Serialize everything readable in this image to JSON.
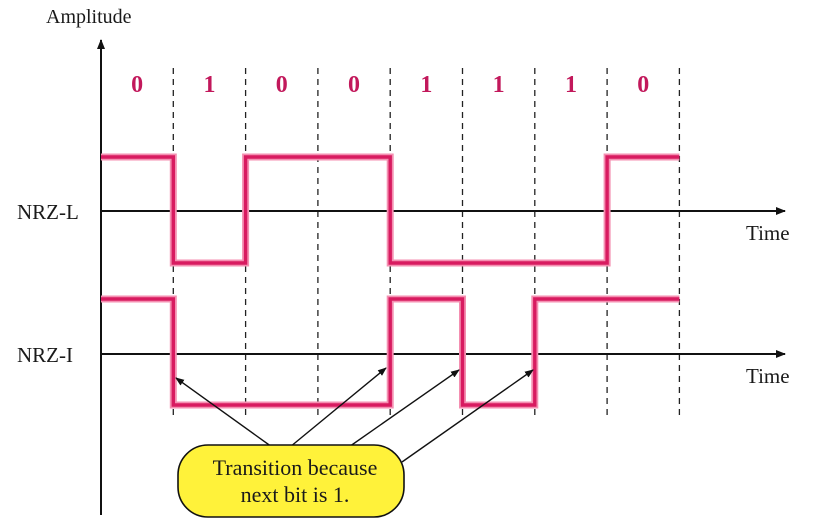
{
  "axes": {
    "y_label": "Amplitude",
    "x_label_1": "Time",
    "x_label_2": "Time"
  },
  "bits": [
    "0",
    "1",
    "0",
    "0",
    "1",
    "1",
    "1",
    "0"
  ],
  "signals": [
    {
      "name": "NRZ-L",
      "levels": [
        1,
        0,
        1,
        1,
        0,
        0,
        0,
        1
      ]
    },
    {
      "name": "NRZ-I",
      "levels": [
        1,
        0,
        0,
        0,
        1,
        0,
        1,
        1
      ]
    }
  ],
  "callout": {
    "line1": "Transition because",
    "line2": "next bit is 1."
  },
  "colors": {
    "signal": "#d81b60",
    "bits": "#c2185b",
    "callout_fill": "#fff23a",
    "axis": "#111111"
  }
}
